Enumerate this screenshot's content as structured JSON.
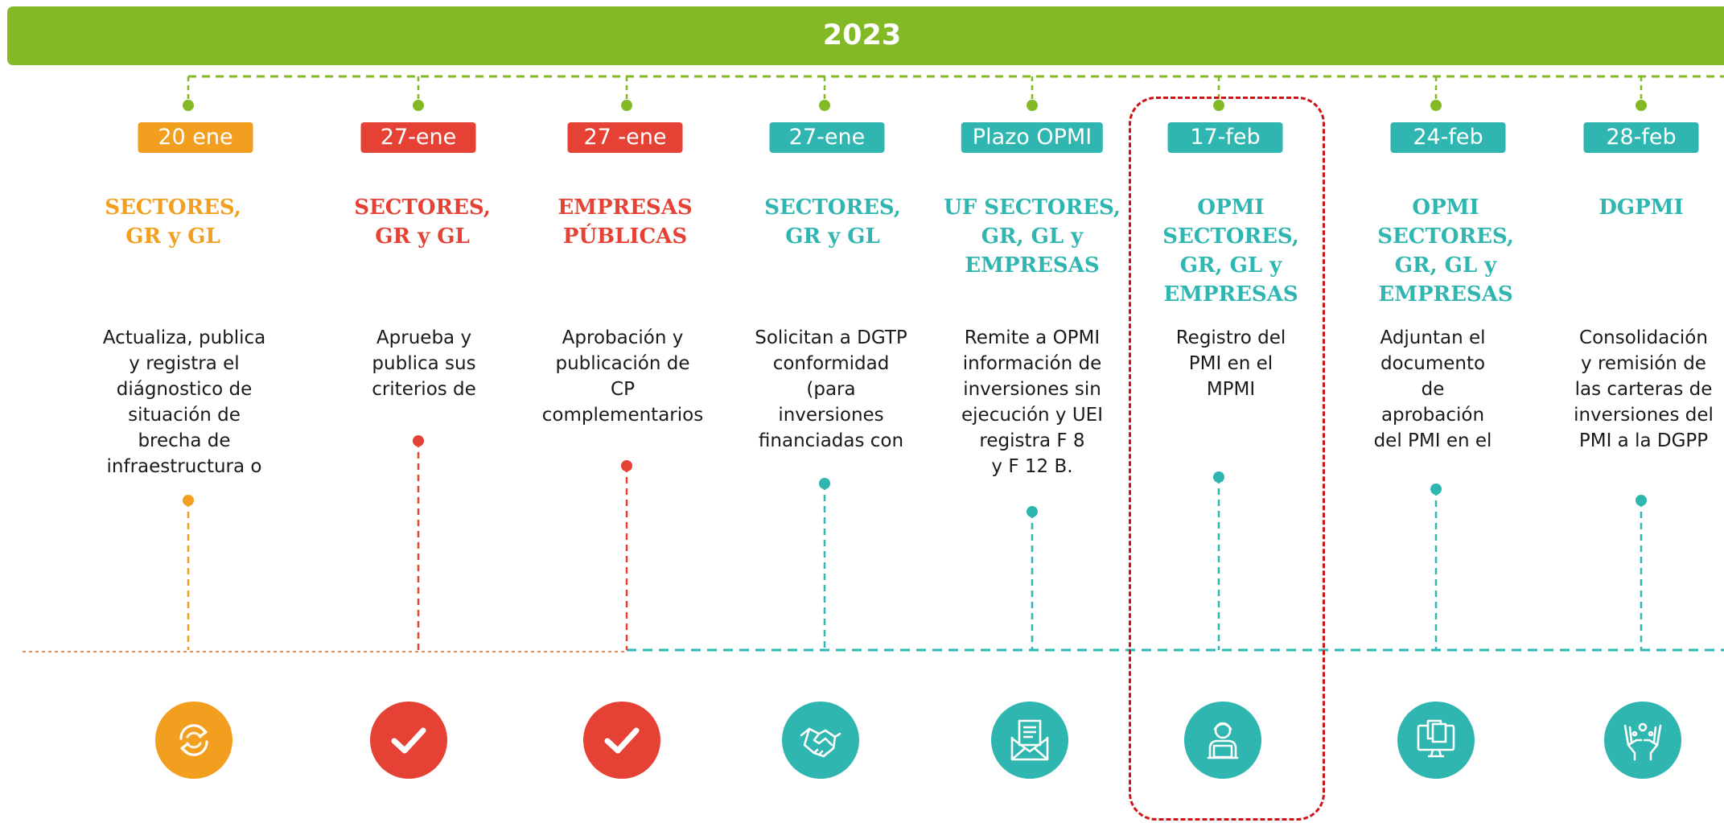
{
  "year": "2023",
  "colors": {
    "green": "#84b926",
    "orange": "#f29f1f",
    "red": "#e54235",
    "teal": "#2fb6b0",
    "highlight": "#cc1416"
  },
  "columns": [
    {
      "date": "20 ene",
      "color": "orange",
      "entity": [
        "SECTORES,",
        "GR y GL"
      ],
      "description": [
        "Actualiza, publica",
        "y registra el",
        "diágnostico de",
        "situación de",
        "brecha de",
        "infraestructura o"
      ],
      "icon": "sync-icon"
    },
    {
      "date": "27-ene",
      "color": "red",
      "entity": [
        "SECTORES,",
        "GR y GL"
      ],
      "description": [
        "Aprueba y",
        "publica sus",
        "criterios de"
      ],
      "icon": "check-icon"
    },
    {
      "date": "27 -ene",
      "color": "red",
      "entity": [
        "EMPRESAS",
        "PÚBLICAS"
      ],
      "description": [
        "Aprobación y",
        "publicación de",
        "CP",
        "complementarios"
      ],
      "icon": "check-icon"
    },
    {
      "date": "27-ene",
      "color": "teal",
      "entity": [
        "SECTORES,",
        "GR y GL"
      ],
      "description": [
        "Solicitan a DGTP",
        "conformidad",
        "(para",
        "inversiones",
        "financiadas con"
      ],
      "icon": "handshake-icon"
    },
    {
      "date": "Plazo OPMI",
      "color": "teal",
      "entity": [
        "UF SECTORES,",
        "GR, GL y",
        "EMPRESAS"
      ],
      "description": [
        "Remite a OPMI",
        "información de",
        "inversiones sin",
        "ejecución y UEI",
        "registra F 8",
        "y F 12 B."
      ],
      "icon": "mail-document-icon"
    },
    {
      "date": "17-feb",
      "color": "teal",
      "entity": [
        "OPMI SECTORES,",
        "GR, GL y",
        "EMPRESAS"
      ],
      "description": [
        "Registro del",
        "PMI en el",
        "MPMI"
      ],
      "icon": "user-computer-icon"
    },
    {
      "date": "24-feb",
      "color": "teal",
      "entity": [
        "OPMI SECTORES,",
        "GR, GL y",
        "EMPRESAS"
      ],
      "description": [
        "Adjuntan el",
        "documento",
        "de",
        "aprobación",
        "del PMI en el"
      ],
      "icon": "documents-monitor-icon"
    },
    {
      "date": "28-feb",
      "color": "teal",
      "entity": [
        "DGPMI"
      ],
      "description": [
        "Consolidación",
        "y remisión de",
        "las carteras de",
        "inversiones del",
        "PMI a la DGPP"
      ],
      "icon": "collaboration-icon"
    }
  ]
}
